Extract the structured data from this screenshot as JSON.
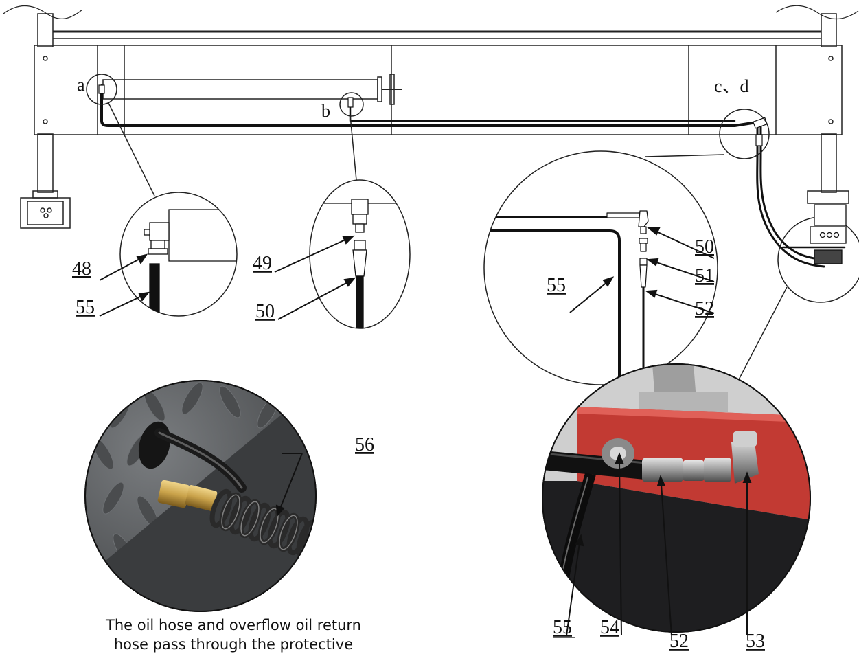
{
  "labels": {
    "a": "a",
    "b": "b",
    "cd": "c、d"
  },
  "callouts": {
    "n48": "48",
    "n49": "49",
    "n50_b": "50",
    "n50_c": "50",
    "n51": "51",
    "n52_c": "52",
    "n52_photo": "52",
    "n53": "53",
    "n54": "54",
    "n55_a": "55",
    "n55_c": "55",
    "n55_photo": "55",
    "n56": "56"
  },
  "caption": "The oil hose and overflow oil return hose pass through the protective",
  "colors": {
    "line": "#222222",
    "hose": "#111111",
    "photo_gray": "#5a5c5e",
    "photo_red": "#c23a33",
    "photo_dark": "#1e1e20",
    "brass": "#c9a24a"
  }
}
